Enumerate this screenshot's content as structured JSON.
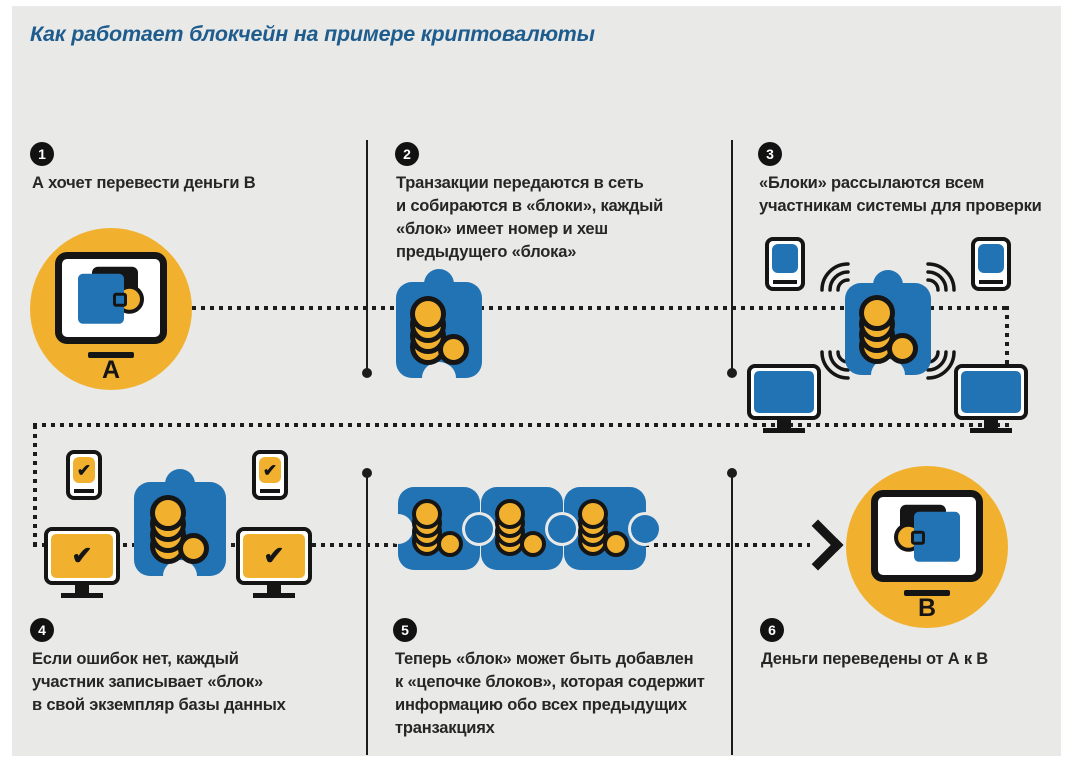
{
  "title": "Как работает блокчейн на примере криптовалюты",
  "steps": [
    {
      "number": "1",
      "text": "А хочет перевести деньги В",
      "label": "А"
    },
    {
      "number": "2",
      "text": "Транзакции передаются в сеть\nи собираются в «блоки», каждый\n«блок» имеет номер и хеш\nпредыдущего «блока»"
    },
    {
      "number": "3",
      "text": "«Блоки» рассылаются всем\nучастникам системы для проверки"
    },
    {
      "number": "4",
      "text": "Если ошибок нет, каждый\nучастник записывает «блок»\nв свой экземпляр базы данных"
    },
    {
      "number": "5",
      "text": "Теперь «блок» может быть добавлен\nк «цепочке блоков», которая содержит\nинформацию обо всех предыдущих\nтранзакциях"
    },
    {
      "number": "6",
      "text": "Деньги переведены от А к В",
      "label": "В"
    }
  ],
  "icons": {
    "check": "✔"
  },
  "colors": {
    "accent_yellow": "#f1b12f",
    "accent_blue": "#2273b4",
    "title_blue": "#1e5c8e",
    "background": "#e9e9e7",
    "ink": "#262626",
    "stroke": "#151515"
  }
}
